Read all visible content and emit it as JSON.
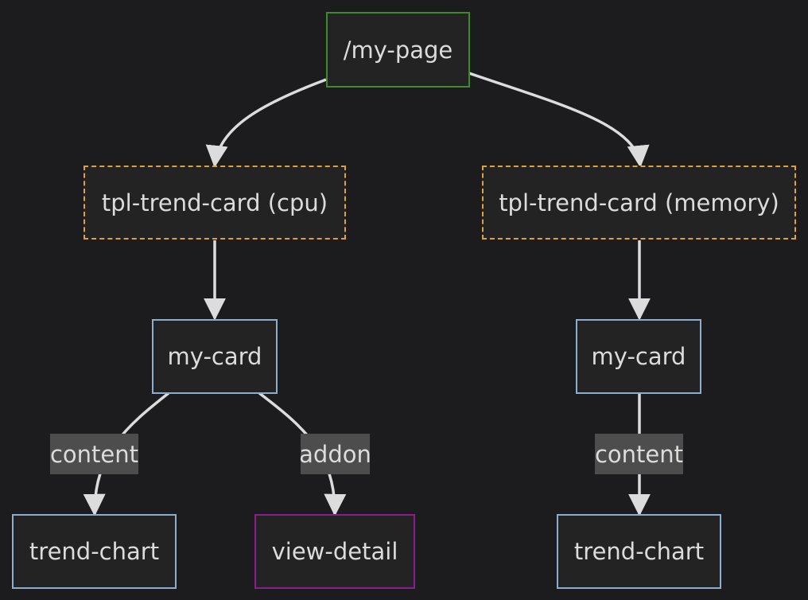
{
  "diagram": {
    "nodes": {
      "page": "/my-page",
      "tpl_cpu": "tpl-trend-card (cpu)",
      "tpl_memory": "tpl-trend-card (memory)",
      "card_left": "my-card",
      "card_right": "my-card",
      "chart_left": "trend-chart",
      "detail": "view-detail",
      "chart_right": "trend-chart"
    },
    "edge_labels": {
      "content_left": "content",
      "addon": "addon",
      "content_right": "content"
    },
    "colors": {
      "background": "#1c1c1e",
      "edge": "#dcdcdc",
      "page_border": "#3f8a2a",
      "template_border": "#e0a13a",
      "component_border": "#8aaed0",
      "addon_border": "#8b1e8e"
    }
  }
}
